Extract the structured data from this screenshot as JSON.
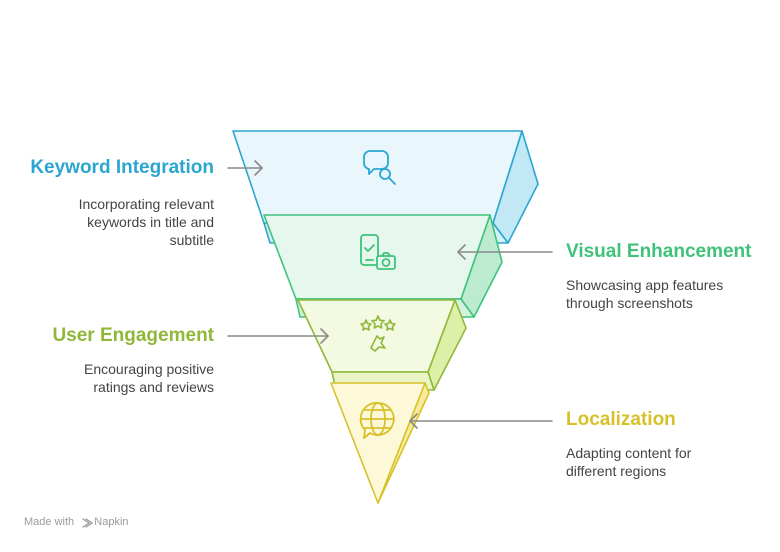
{
  "colors": {
    "blue": "#2aa6d1",
    "green": "#3fc27a",
    "lime": "#8fb83a",
    "yellow": "#d7c12a"
  },
  "stages": [
    {
      "title": "Keyword Integration",
      "description_lines": [
        "Incorporating relevant",
        "keywords in title and",
        "subtitle"
      ],
      "icon": "search-chat-icon",
      "side": "left"
    },
    {
      "title": "Visual Enhancement",
      "description_lines": [
        "Showcasing app features",
        "through screenshots"
      ],
      "icon": "phone-camera-icon",
      "side": "right"
    },
    {
      "title": "User Engagement",
      "description_lines": [
        "Encouraging positive",
        "ratings and reviews"
      ],
      "icon": "stars-rating-icon",
      "side": "left"
    },
    {
      "title": "Localization",
      "description_lines": [
        "Adapting content for",
        "different regions"
      ],
      "icon": "globe-chat-icon",
      "side": "right"
    }
  ],
  "footer": {
    "made_with": "Made with",
    "brand": "Napkin"
  }
}
